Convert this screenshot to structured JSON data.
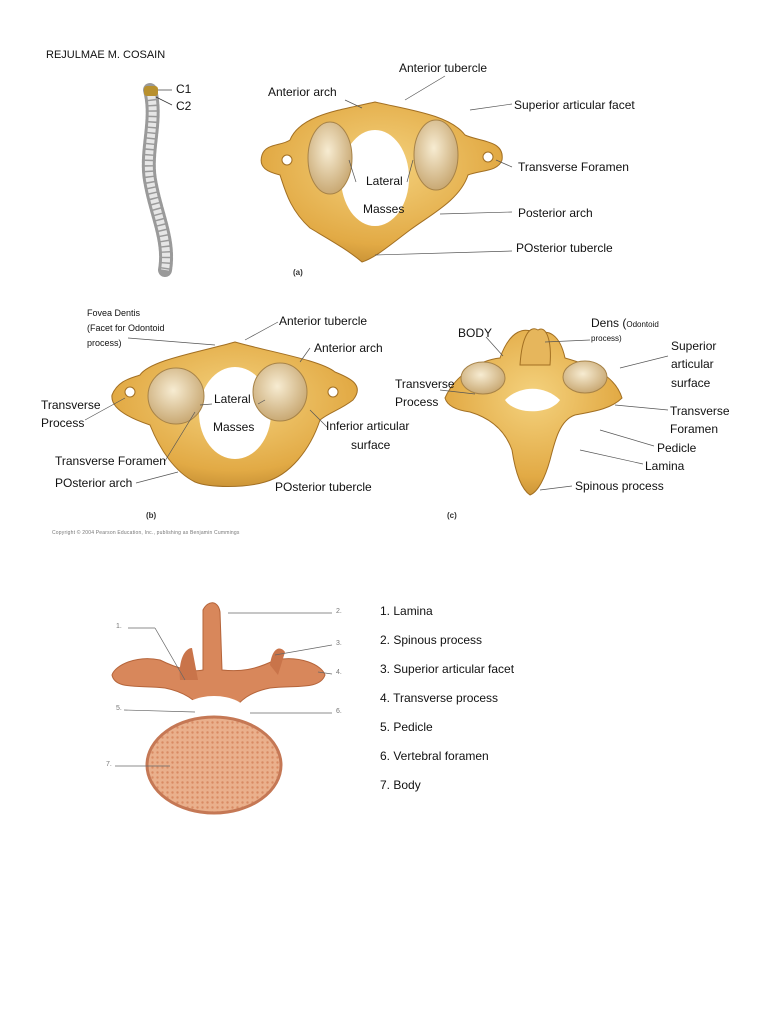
{
  "header": {
    "author": "REJULMAE M. COSAIN"
  },
  "spine": {
    "c1": "C1",
    "c2": "C2"
  },
  "atlas_a": {
    "tag": "(a)",
    "labels": {
      "anterior_tubercle": "Anterior tubercle",
      "anterior_arch": "Anterior arch",
      "superior_articular_facet": "Superior articular facet",
      "transverse_foramen": "Transverse Foramen",
      "lateral": "Lateral",
      "masses": "Masses",
      "posterior_arch": "Posterior arch",
      "posterior_tubercle": "POsterior tubercle"
    }
  },
  "atlas_b": {
    "tag": "(b)",
    "labels": {
      "fovea_line1": "Fovea Dentis",
      "fovea_line2": "(Facet for Odontoid",
      "fovea_line3": "process)",
      "anterior_tubercle": "Anterior tubercle",
      "anterior_arch": "Anterior arch",
      "transverse_process_line1": "Transverse",
      "transverse_process_line2": "Process",
      "lateral": "Lateral",
      "masses": "Masses",
      "inferior_line1": "Inferior articular",
      "inferior_line2": "surface",
      "transverse_foramen": "Transverse Foramen",
      "posterior_arch": "POsterior arch",
      "posterior_tubercle": "POsterior tubercle"
    }
  },
  "axis_c": {
    "tag": "(c)",
    "labels": {
      "body": "BODY",
      "dens": "Dens (",
      "dens_paren_line1": "Odontoid",
      "dens_paren_line2": "process)",
      "superior_line1": "Superior",
      "superior_line2": "articular",
      "superior_line3": "surface",
      "transverse_process_line1": "Transverse",
      "transverse_process_line2": "Process",
      "transverse_foramen_line1": "Transverse",
      "transverse_foramen_line2": "Foramen",
      "pedicle": "Pedicle",
      "lamina": "Lamina",
      "spinous_process": "Spinous process"
    }
  },
  "copyright": "Copyright © 2004 Pearson Education, Inc., publishing as Benjamin Cummings",
  "vertebra": {
    "callout_numbers": [
      "1.",
      "2.",
      "3.",
      "4.",
      "5.",
      "6.",
      "7."
    ],
    "legend": [
      "1. Lamina",
      "2. Spinous process",
      "3. Superior articular facet",
      "4. Transverse process",
      "5. Pedicle",
      "6. Vertebral foramen",
      "7. Body"
    ]
  },
  "colors": {
    "bone": "#e7b350",
    "bone_dark": "#b7832a",
    "facet": "#ead9b6",
    "vertebra": "#d88a5e",
    "vertebra_body": "#e9a37d"
  }
}
